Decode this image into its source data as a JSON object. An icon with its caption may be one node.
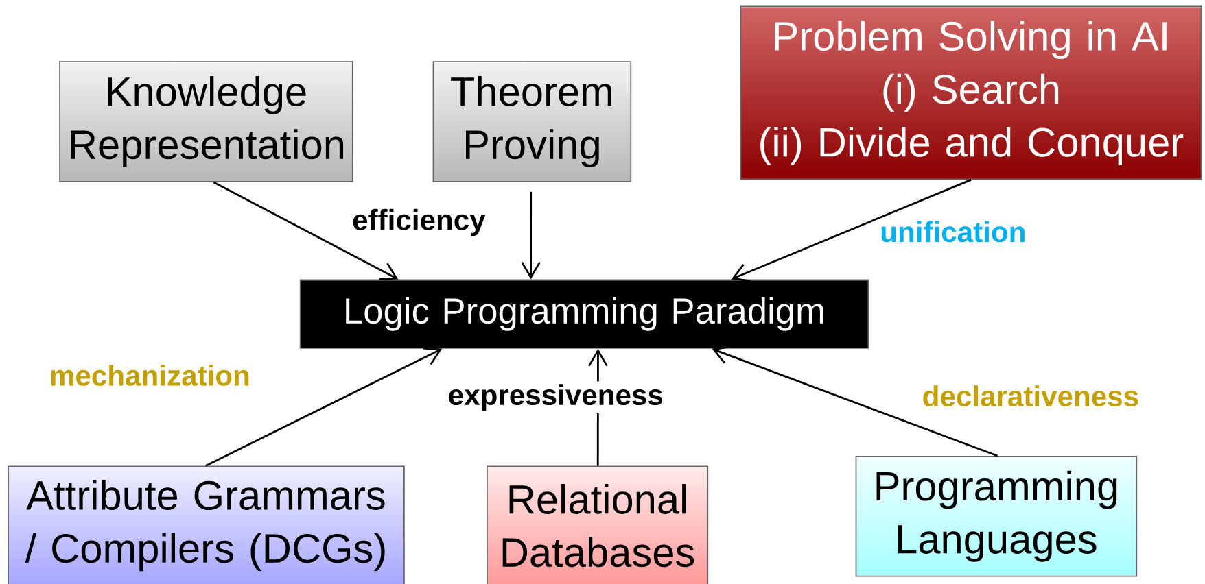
{
  "diagram": {
    "nodes": [
      {
        "text": [
          "Knowledge Representation"
        ]
      },
      {
        "text": [
          "Theorem Proving"
        ]
      },
      {
        "text": [
          "Problem Solving in AI",
          "(i) Search",
          "(ii) Divide and Conquer"
        ]
      },
      {
        "text": [
          "Logic Programming Paradigm"
        ]
      },
      {
        "text": [
          "Attribute Grammars / Compilers (DCGs)"
        ]
      },
      {
        "text": [
          "Relational Databases"
        ]
      },
      {
        "text": [
          "Programming Languages"
        ]
      }
    ],
    "edges": [
      {
        "from": 0,
        "to": 3,
        "arrow": "to"
      },
      {
        "from": 1,
        "to": 3,
        "arrow": "to"
      },
      {
        "from": 2,
        "to": 3,
        "arrow": "to"
      },
      {
        "from": 4,
        "to": 3,
        "arrow": "to"
      },
      {
        "from": 5,
        "to": 3,
        "arrow": "to"
      },
      {
        "from": 6,
        "to": 3,
        "arrow": "to"
      }
    ],
    "labels": [
      "efficiency",
      "unification",
      "mechanization",
      "expressiveness",
      "declarativeness"
    ]
  }
}
